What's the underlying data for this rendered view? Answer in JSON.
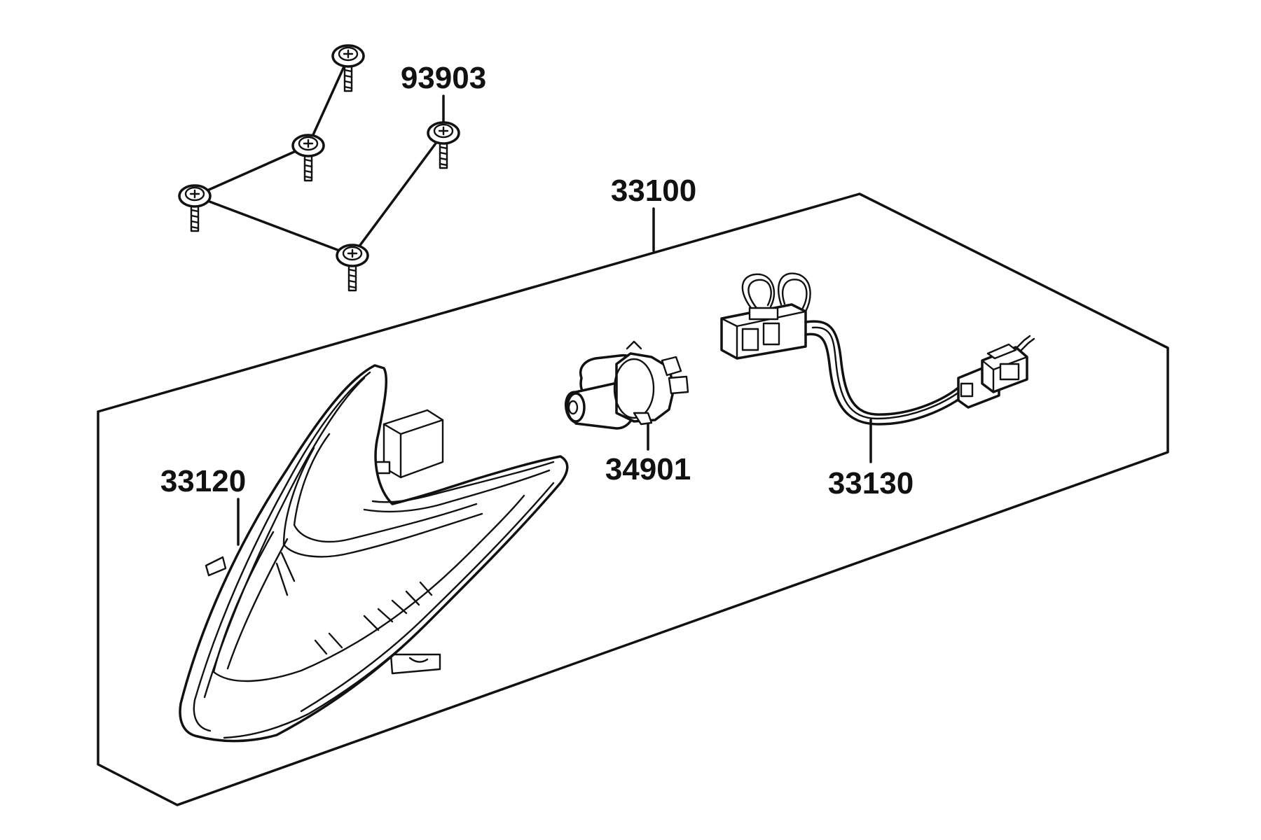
{
  "diagram": {
    "labels": {
      "screws": "93903",
      "assembly": "33100",
      "headlight": "33120",
      "bulb": "34901",
      "harness": "33130"
    },
    "icons": {
      "screw": "screw-icon",
      "headlight": "headlight-housing-icon",
      "bulb": "halogen-bulb-icon",
      "harness": "wire-harness-icon"
    },
    "colors": {
      "line": "#111111",
      "background": "#ffffff"
    }
  }
}
